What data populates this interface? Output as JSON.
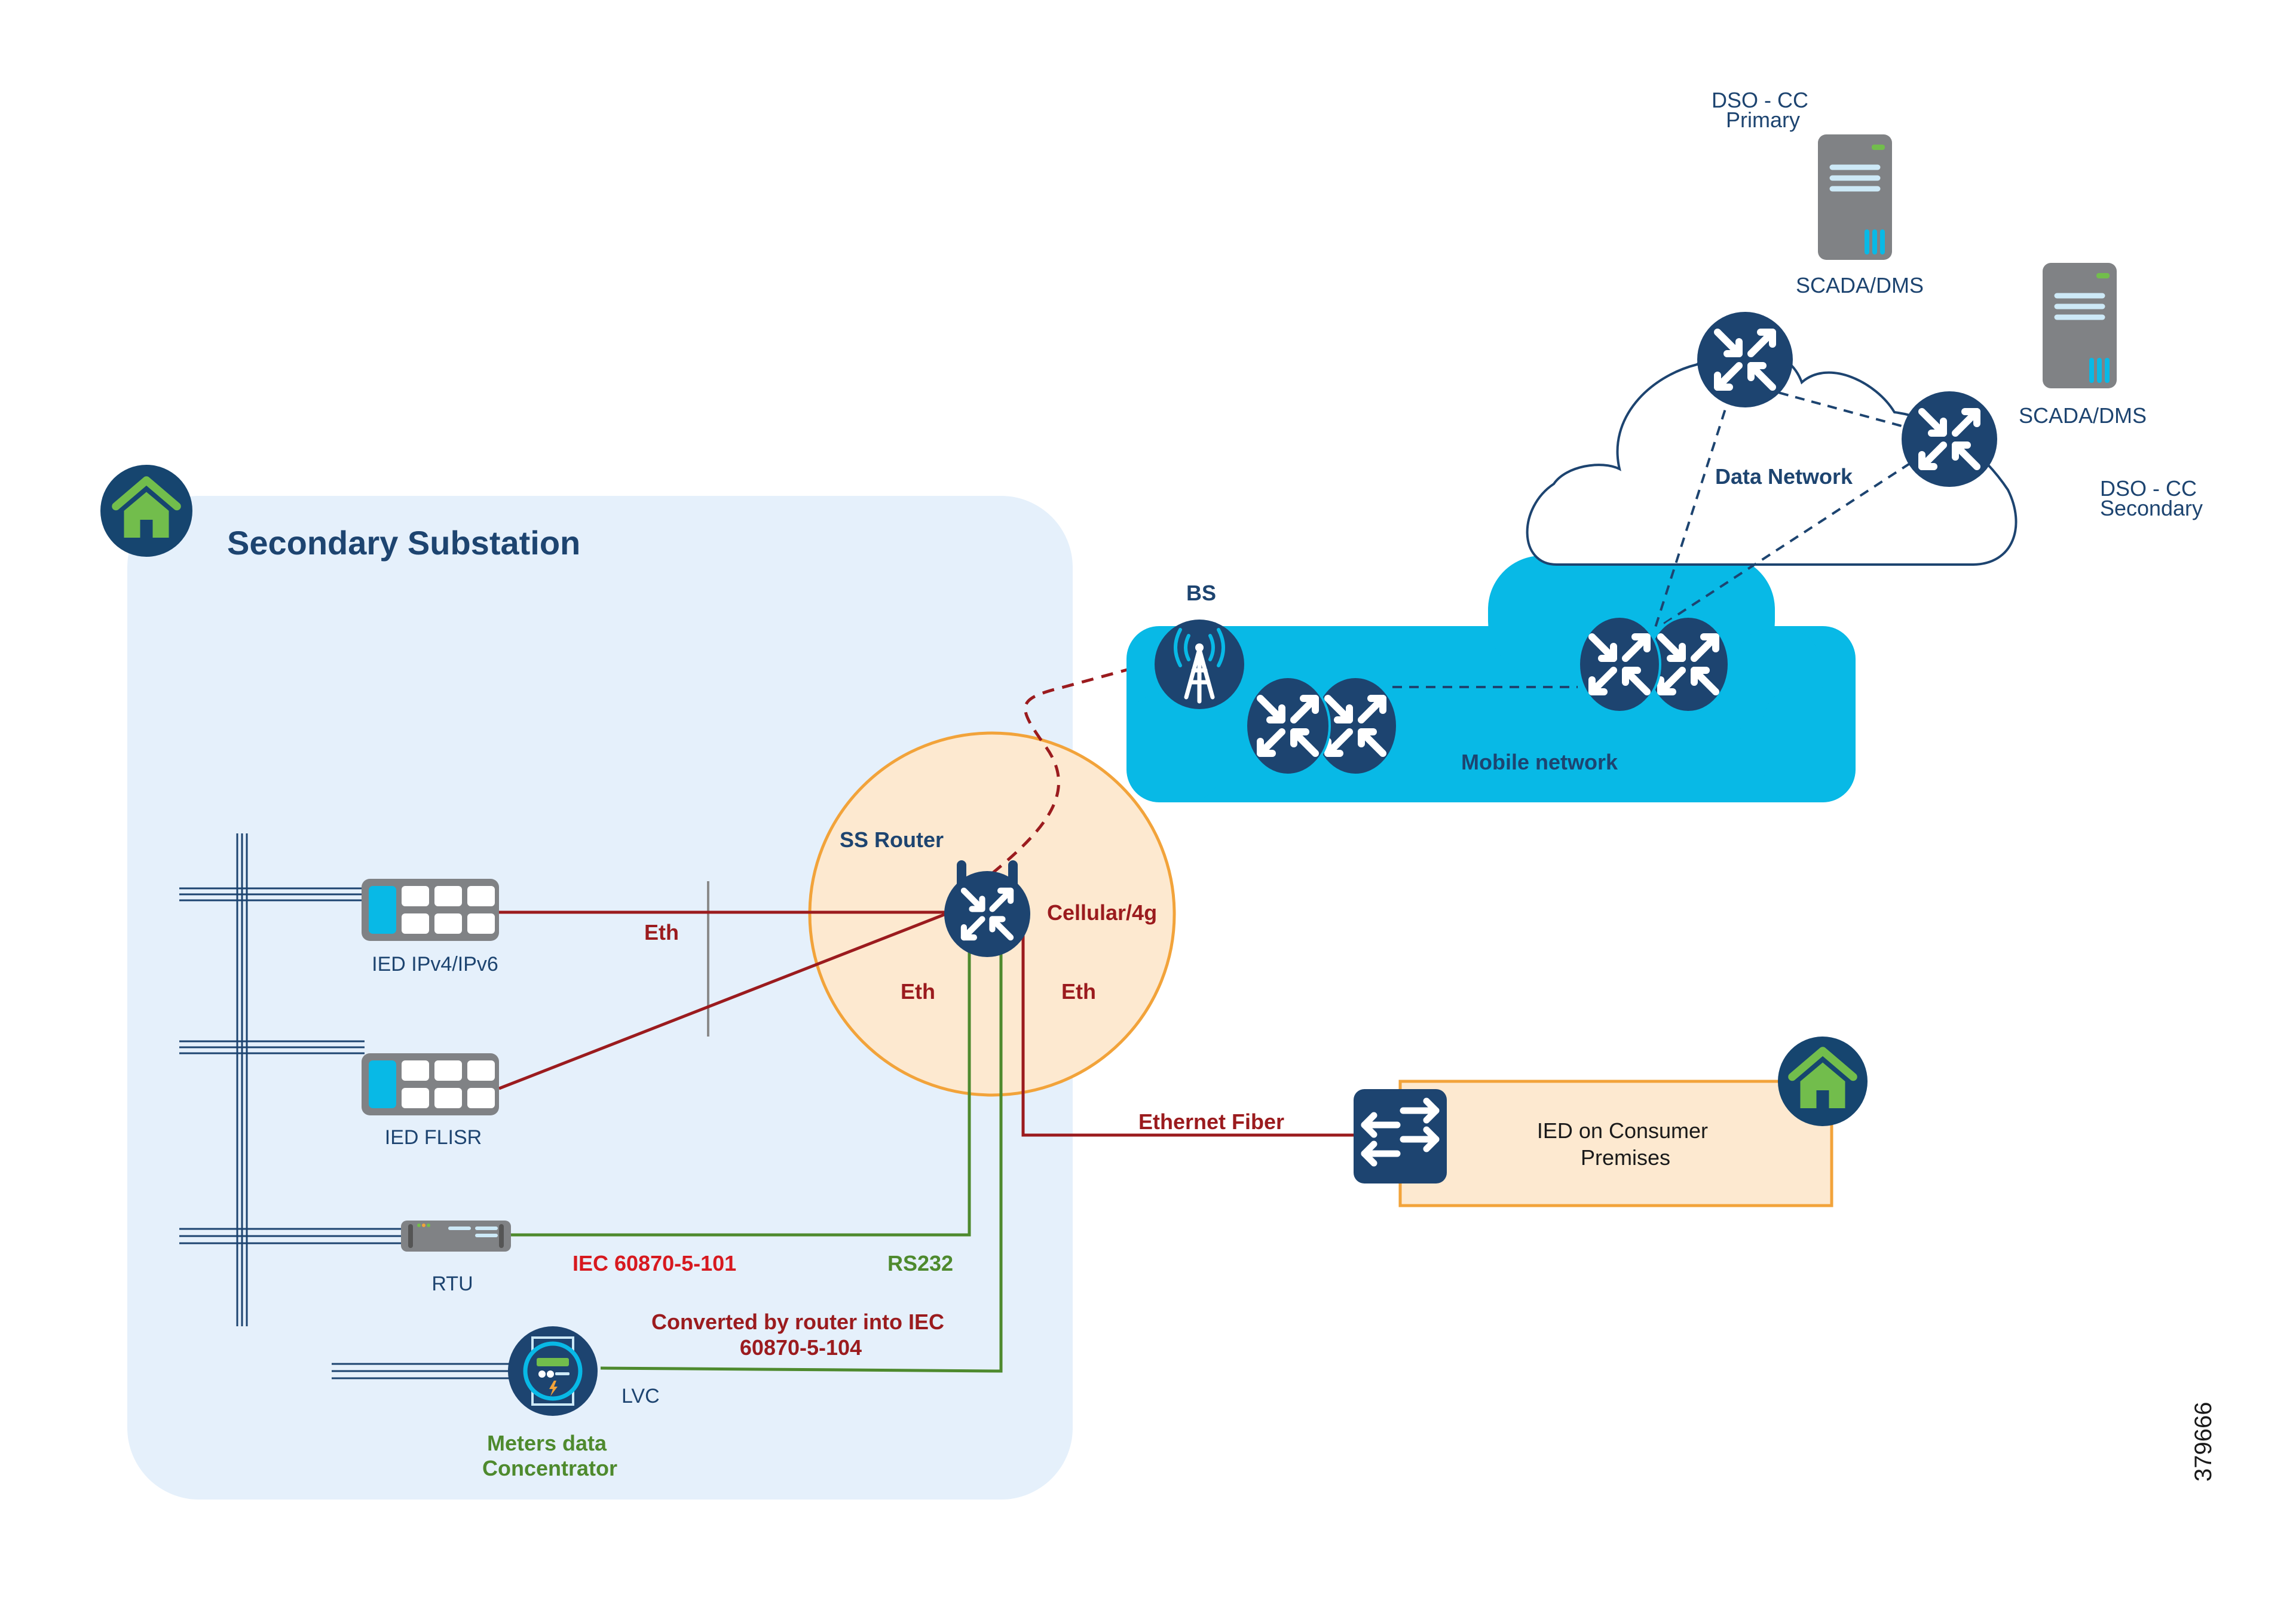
{
  "title": "Secondary Substation",
  "colors": {
    "navy": "#1d4470",
    "substation_bg": "#e5f0fb",
    "router_zone_fill": "#fde9d0",
    "router_zone_stroke": "#f2a33a",
    "mobile_cloud": "#08b9e6",
    "eth_line": "#9b1b1e",
    "serial_line": "#4e8a2e",
    "home_green": "#72bd4c",
    "server_gray": "#808285"
  },
  "substation": {
    "title": "Secondary Substation",
    "devices": {
      "ied_ipv4": "IED IPv4/IPv6",
      "ied_flisr": "IED FLISR",
      "rtu": "RTU",
      "lvc": "LVC",
      "meters_concentrator_line1": "Meters data",
      "meters_concentrator_line2": "Concentrator"
    },
    "link_labels": {
      "eth_ied": "Eth",
      "iec101": "IEC 60870-5-101",
      "rs232": "RS232",
      "converted_line1": "Converted by router into IEC",
      "converted_line2": "60870-5-104"
    }
  },
  "router_zone": {
    "title": "SS Router",
    "cellular": "Cellular/4g",
    "eth_left": "Eth",
    "eth_right": "Eth"
  },
  "mobile": {
    "bs_label": "BS",
    "network_label": "Mobile network"
  },
  "data_network": {
    "label": "Data Network"
  },
  "control_centers": {
    "primary_line1": "DSO - CC",
    "primary_line2": "Primary",
    "primary_server": "SCADA/DMS",
    "secondary_line1": "DSO - CC",
    "secondary_line2": "Secondary",
    "secondary_server": "SCADA/DMS"
  },
  "consumer": {
    "link_label": "Ethernet Fiber",
    "box_line1": "IED on Consumer",
    "box_line2": "Premises"
  },
  "figure_id": "379666",
  "icons": {
    "home": "home-icon",
    "router": "router-icon",
    "tower": "cell-tower-icon",
    "server": "server-icon",
    "switch": "switch-icon",
    "ied": "ied-device-icon",
    "rtu": "rtu-device-icon",
    "meter": "meter-icon"
  }
}
